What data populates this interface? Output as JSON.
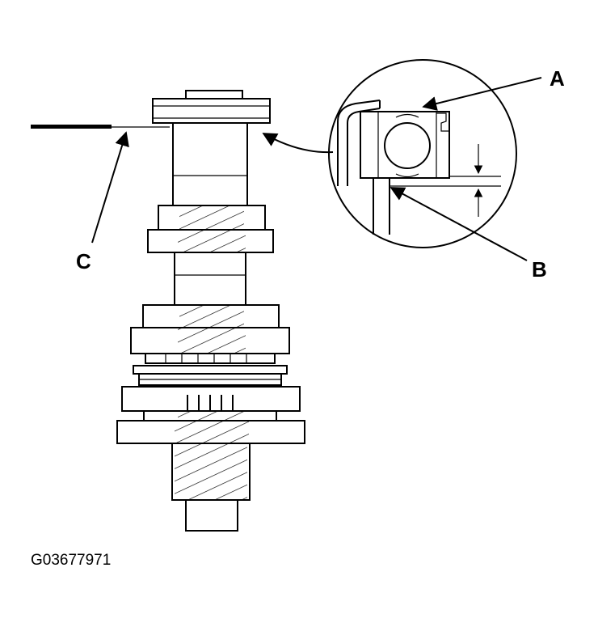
{
  "labels": {
    "a": "A",
    "b": "B",
    "c": "C"
  },
  "figure_code": "G03677971",
  "colors": {
    "ink": "#000000",
    "paper": "#ffffff"
  }
}
